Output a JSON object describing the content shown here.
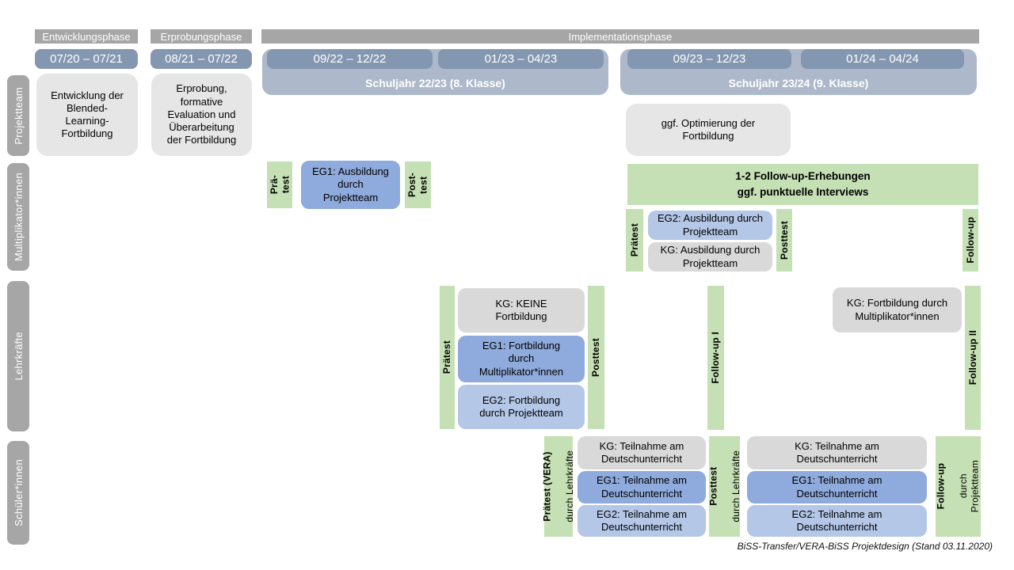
{
  "phases": {
    "entwicklung": "Entwicklungsphase",
    "erprobung": "Erprobungsphase",
    "implementation": "Implementationsphase"
  },
  "dates": {
    "d1": "07/20 – 07/21",
    "d2": "08/21 – 07/22",
    "d3": "09/22 – 12/22",
    "d4": "01/23 – 04/23",
    "d5": "09/23 – 12/23",
    "d6": "01/24 – 04/24"
  },
  "school_years": {
    "y1": "Schuljahr 22/23 (8. Klasse)",
    "y2": "Schuljahr 23/24 (9. Klasse)"
  },
  "rows": {
    "projektteam": "Projektteam",
    "multiplikatoren": "Multiplikator*innen",
    "lehrkraefte": "Lehrkräfte",
    "schueler": "Schüler*innen"
  },
  "projektteam": {
    "entwicklung": "Entwicklung der\nBlended-\nLearning-\nFortbildung",
    "erprobung": "Erprobung,\nformative\nEvaluation und\nÜberarbeitung\nder Fortbildung",
    "optimierung": "ggf. Optimierung der\nFortbildung"
  },
  "multiplikatoren": {
    "prae_test": "Prä-\ntest",
    "eg1": "EG1: Ausbildung\ndurch\nProjektteam",
    "post_test": "Post-\ntest",
    "followup_erhebungen": "1-2 Follow-up-Erhebungen\nggf. punktuelle Interviews",
    "praetest": "Prätest",
    "eg2": "EG2: Ausbildung durch\nProjektteam",
    "kg": "KG: Ausbildung durch\nProjektteam",
    "posttest": "Posttest",
    "followup": "Follow-up"
  },
  "lehrkraefte": {
    "praetest": "Prätest",
    "kg_keine": "KG: KEINE\nFortbildung",
    "eg1": "EG1: Fortbildung\ndurch\nMultiplikator*innen",
    "eg2": "EG2: Fortbildung\ndurch Projektteam",
    "posttest": "Posttest",
    "followup1": "Follow-up I",
    "kg_fortbildung": "KG: Fortbildung durch\nMultiplikator*innen",
    "followup2": "Follow-up II"
  },
  "schueler": {
    "praetest_bold": "Prätest (VERA)",
    "praetest_sub": "durch Lehrkräfte",
    "kg1": "KG: Teilnahme am\nDeutschunterricht",
    "eg1_1": "EG1: Teilnahme am\nDeutschunterricht",
    "eg2_1": "EG2: Teilnahme am\nDeutschunterricht",
    "posttest_bold": "Posttest",
    "posttest_sub": "durch Lehrkräfte",
    "kg2": "KG: Teilnahme am\nDeutschunterricht",
    "eg1_2": "EG1: Teilnahme am\nDeutschunterricht",
    "eg2_2": "EG2: Teilnahme am\nDeutschunterricht",
    "followup_bold": "Follow-up",
    "followup_sub": "durch\nProjektteam"
  },
  "footnote": "BiSS-Transfer/VERA-BiSS Projektdesign (Stand 03.11.2020)",
  "colors": {
    "phase_gray": "#A6A6A6",
    "date_blue_gray": "#8497B0",
    "school_year_blue": "#ADB9CA",
    "projektteam_box_gray": "#E7E6E6",
    "kg_gray": "#D9D9D9",
    "eg1_blue": "#8FAADC",
    "eg2_blue": "#B4C7E7",
    "test_green": "#C5E0B4"
  }
}
